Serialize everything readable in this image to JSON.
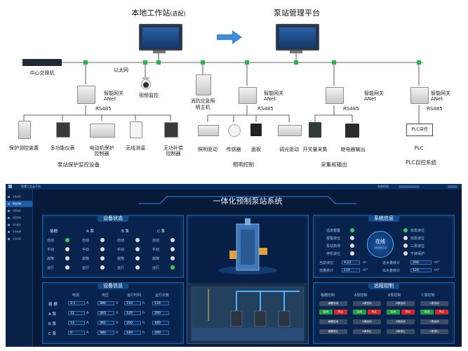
{
  "topology": {
    "local_ws_title": "本地工作站",
    "local_ws_sub": "(选配)",
    "platform_title": "泵站管理平台",
    "switch_label": "中心交换机",
    "ethernet_label": "以太网",
    "video_label": "视频监控",
    "fire_host_label_1": "消防应急照",
    "fire_host_label_2": "明主机",
    "gateways": [
      {
        "l1": "智能网关",
        "l2": "ANet",
        "bus": "RS485"
      },
      {
        "l1": "智能网关",
        "l2": "ANet",
        "bus": "RS485"
      },
      {
        "l1": "智能网关",
        "l2": "ANet",
        "bus": "RS485"
      },
      {
        "l1": "智能网关",
        "l2": "ANet",
        "bus": "RS485"
      }
    ],
    "devices_group1": [
      {
        "l1": "保护测控装置",
        "l2": ""
      },
      {
        "l1": "多功能仪表",
        "l2": ""
      },
      {
        "l1": "电动机保护",
        "l2": "控制器"
      },
      {
        "l1": "无线测温",
        "l2": ""
      },
      {
        "l1": "无功补偿",
        "l2": "控制器"
      }
    ],
    "devices_group2": [
      "照明驱动",
      "传感器",
      "面板",
      "调光驱动"
    ],
    "devices_group3": [
      "开关量采集",
      "继电器输出"
    ],
    "plc_box": "PLC自控",
    "plc_label": "PLC",
    "groups": [
      "泵站保护监控设备",
      "照明控制",
      "采集和输出",
      "PLC自控系统"
    ]
  },
  "dashboard": {
    "top_left": "智慧工业云平台",
    "top_right_user": "系统时间",
    "main_title": "一体化预制泵站系统",
    "sidebar": [
      "系统首页",
      "泵站系统",
      "视频监控",
      "报警查询",
      "运行报表",
      "历史数据",
      "系统设置"
    ],
    "status_panel": {
      "title": "设备状态",
      "headers": [
        "格栅",
        "A 泵",
        "B 泵",
        "C 泵"
      ],
      "rows": [
        "自动",
        "手动",
        "故障",
        "运行"
      ]
    },
    "info_panel": {
      "title": "设备信息",
      "headers": [
        "电流",
        "电压",
        "运行时间",
        "运行次数"
      ],
      "rows": [
        {
          "name": "格 栅",
          "cells": [
            "2.1",
            "A",
            "380",
            "V",
            "110",
            "h",
            "110"
          ]
        },
        {
          "name": "A 泵",
          "cells": [
            "12",
            "A",
            "383",
            "V",
            "120",
            "h",
            "200"
          ]
        },
        {
          "name": "B 泵",
          "cells": [
            "13",
            "A",
            "382",
            "V",
            "200",
            "h",
            "180"
          ]
        },
        {
          "name": "C 泵",
          "cells": [
            "0",
            "A",
            "380",
            "V",
            "140",
            "h",
            "200"
          ]
        }
      ]
    },
    "sys_panel": {
      "title": "系统信息",
      "left_items": [
        "溢流报警",
        "报警液位",
        "泵站热停",
        "停机液位"
      ],
      "right_items": [
        "单泵液位",
        "双泵液位",
        "三泵液位",
        "干转保护"
      ],
      "online": "在线",
      "online_sub": "系统通信正常",
      "metrics": [
        {
          "label": "当前液位",
          "value": "4.23",
          "unit": "m",
          "label2": "进水量统计",
          "value2": "200",
          "unit2": "m³"
        },
        {
          "label": "流量累计",
          "value": "110",
          "unit": "m³",
          "label2": "出水量统计",
          "value2": "120",
          "unit2": "m³"
        }
      ]
    },
    "remote_panel": {
      "title": "远程控制",
      "headers": [
        "格栅控制",
        "A泵控制",
        "B泵控制",
        "C泵控制"
      ],
      "row1": [
        "格栅自动",
        "A泵自动",
        "B泵自动",
        "C泵自动"
      ],
      "row2_on": "启动",
      "row2_off": "停止",
      "row3": [
        "格栅启动",
        "A泵启动",
        "B泵启动",
        "C泵启动"
      ],
      "row4": [
        "格栅停止",
        "A泵停止",
        "B泵停止",
        "C泵停止"
      ]
    }
  }
}
